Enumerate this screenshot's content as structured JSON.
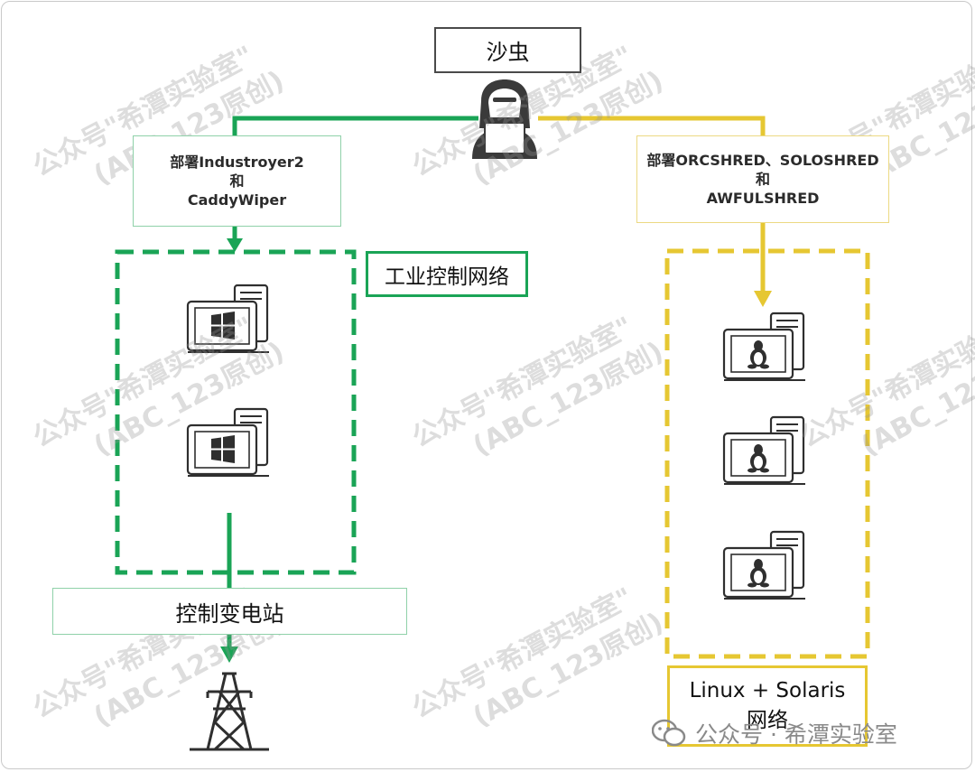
{
  "attacker": {
    "label": "沙虫",
    "icon": "hooded-hacker-icon"
  },
  "left_branch": {
    "deploy_lines": [
      "部署Industroyer2",
      "和",
      "CaddyWiper"
    ],
    "network_label": "工业控制网络",
    "hosts": [
      "windows-server-icon",
      "windows-server-icon"
    ],
    "target_label": "控制变电站",
    "target_icon": "power-tower-icon",
    "color": "#1aa456"
  },
  "right_branch": {
    "deploy_lines": [
      "部署ORCSHRED、SOLOSHRED",
      "和",
      "AWFULSHRED"
    ],
    "network_label_lines": [
      "Linux + Solaris",
      "网络"
    ],
    "hosts": [
      "linux-server-icon",
      "linux-server-icon",
      "linux-server-icon"
    ],
    "color": "#e6c732"
  },
  "watermark": {
    "line1": "公众号\"希潭实验室\"",
    "line2": "(ABC_123原创)"
  },
  "footer": {
    "text": "公众号 · 希潭实验室",
    "icon": "wechat-icon"
  }
}
